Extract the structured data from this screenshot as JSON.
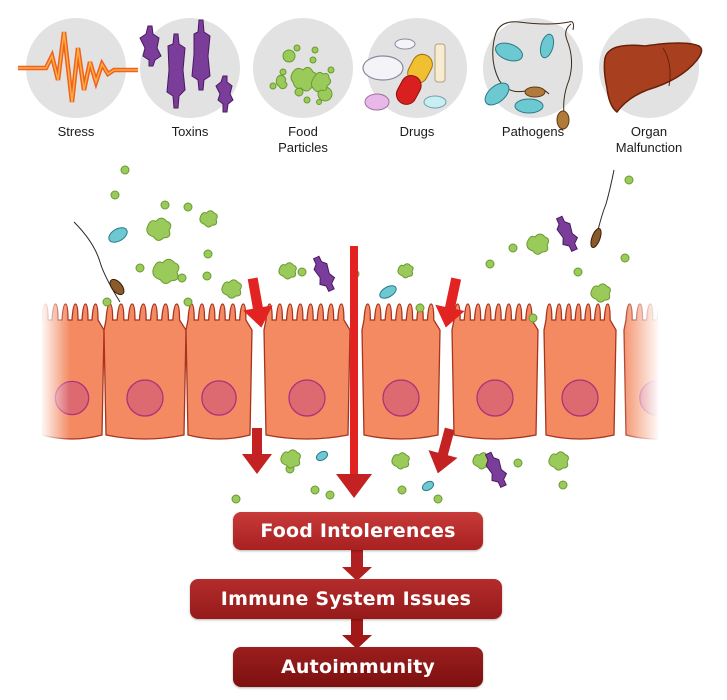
{
  "title": "Leaky gut: causes and consequences",
  "causes": [
    {
      "id": "stress",
      "label": "Stress",
      "icon": "stress-waveform-icon"
    },
    {
      "id": "toxins",
      "label": "Toxins",
      "icon": "toxin-molecules-icon"
    },
    {
      "id": "food",
      "label": "Food\nParticles",
      "label_line1": "Food",
      "label_line2": "Particles",
      "icon": "food-particles-icon"
    },
    {
      "id": "drugs",
      "label": "Drugs",
      "icon": "pills-icon"
    },
    {
      "id": "pathogens",
      "label": "Pathogens",
      "icon": "bacteria-icon"
    },
    {
      "id": "organ",
      "label": "Organ\nMalfunction",
      "label_line1": "Organ",
      "label_line2": "Malfunction",
      "icon": "liver-icon"
    }
  ],
  "scene": {
    "description": "Intestinal epithelial cells with widened tight-junction gaps; particles, toxins and pathogens pass through",
    "cell_count": 8
  },
  "consequences": [
    {
      "label": "Food Intolerences"
    },
    {
      "label": "Immune System Issues"
    },
    {
      "label": "Autoimmunity"
    }
  ],
  "colors": {
    "cell_fill": "#f48a62",
    "cell_outline": "#a8341e",
    "nucleus_fill": "#dd6a70",
    "nucleus_outline": "#b0307a",
    "arrow_red": "#e32222",
    "arrow_dark": "#c42222",
    "particle_green": "#9acb5a",
    "toxin_purple": "#7a3e9a",
    "bacteria_cyan": "#6cc9d2",
    "icon_disc": "#e2e2e2"
  }
}
